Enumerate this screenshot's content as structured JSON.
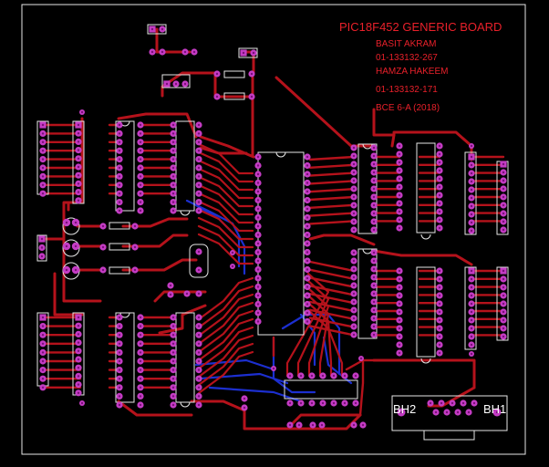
{
  "board": {
    "title": "PIC18F452 GENERIC BOARD",
    "author1": "BASIT AKRAM",
    "id1": "01-133132-267",
    "author2": "HAMZA HAKEEM",
    "id2": "01-133132-171",
    "section": "BCE 6-A (2018)",
    "bh2": "BH2",
    "bh1": "BH1"
  },
  "colors": {
    "background": "#000000",
    "top_trace": "#b5121b",
    "bottom_trace": "#1c2fd0",
    "pad": "#c43cc4",
    "pad_hole": "#7a0f7a",
    "outline": "#e6e6e6",
    "text": "#e8202a"
  }
}
